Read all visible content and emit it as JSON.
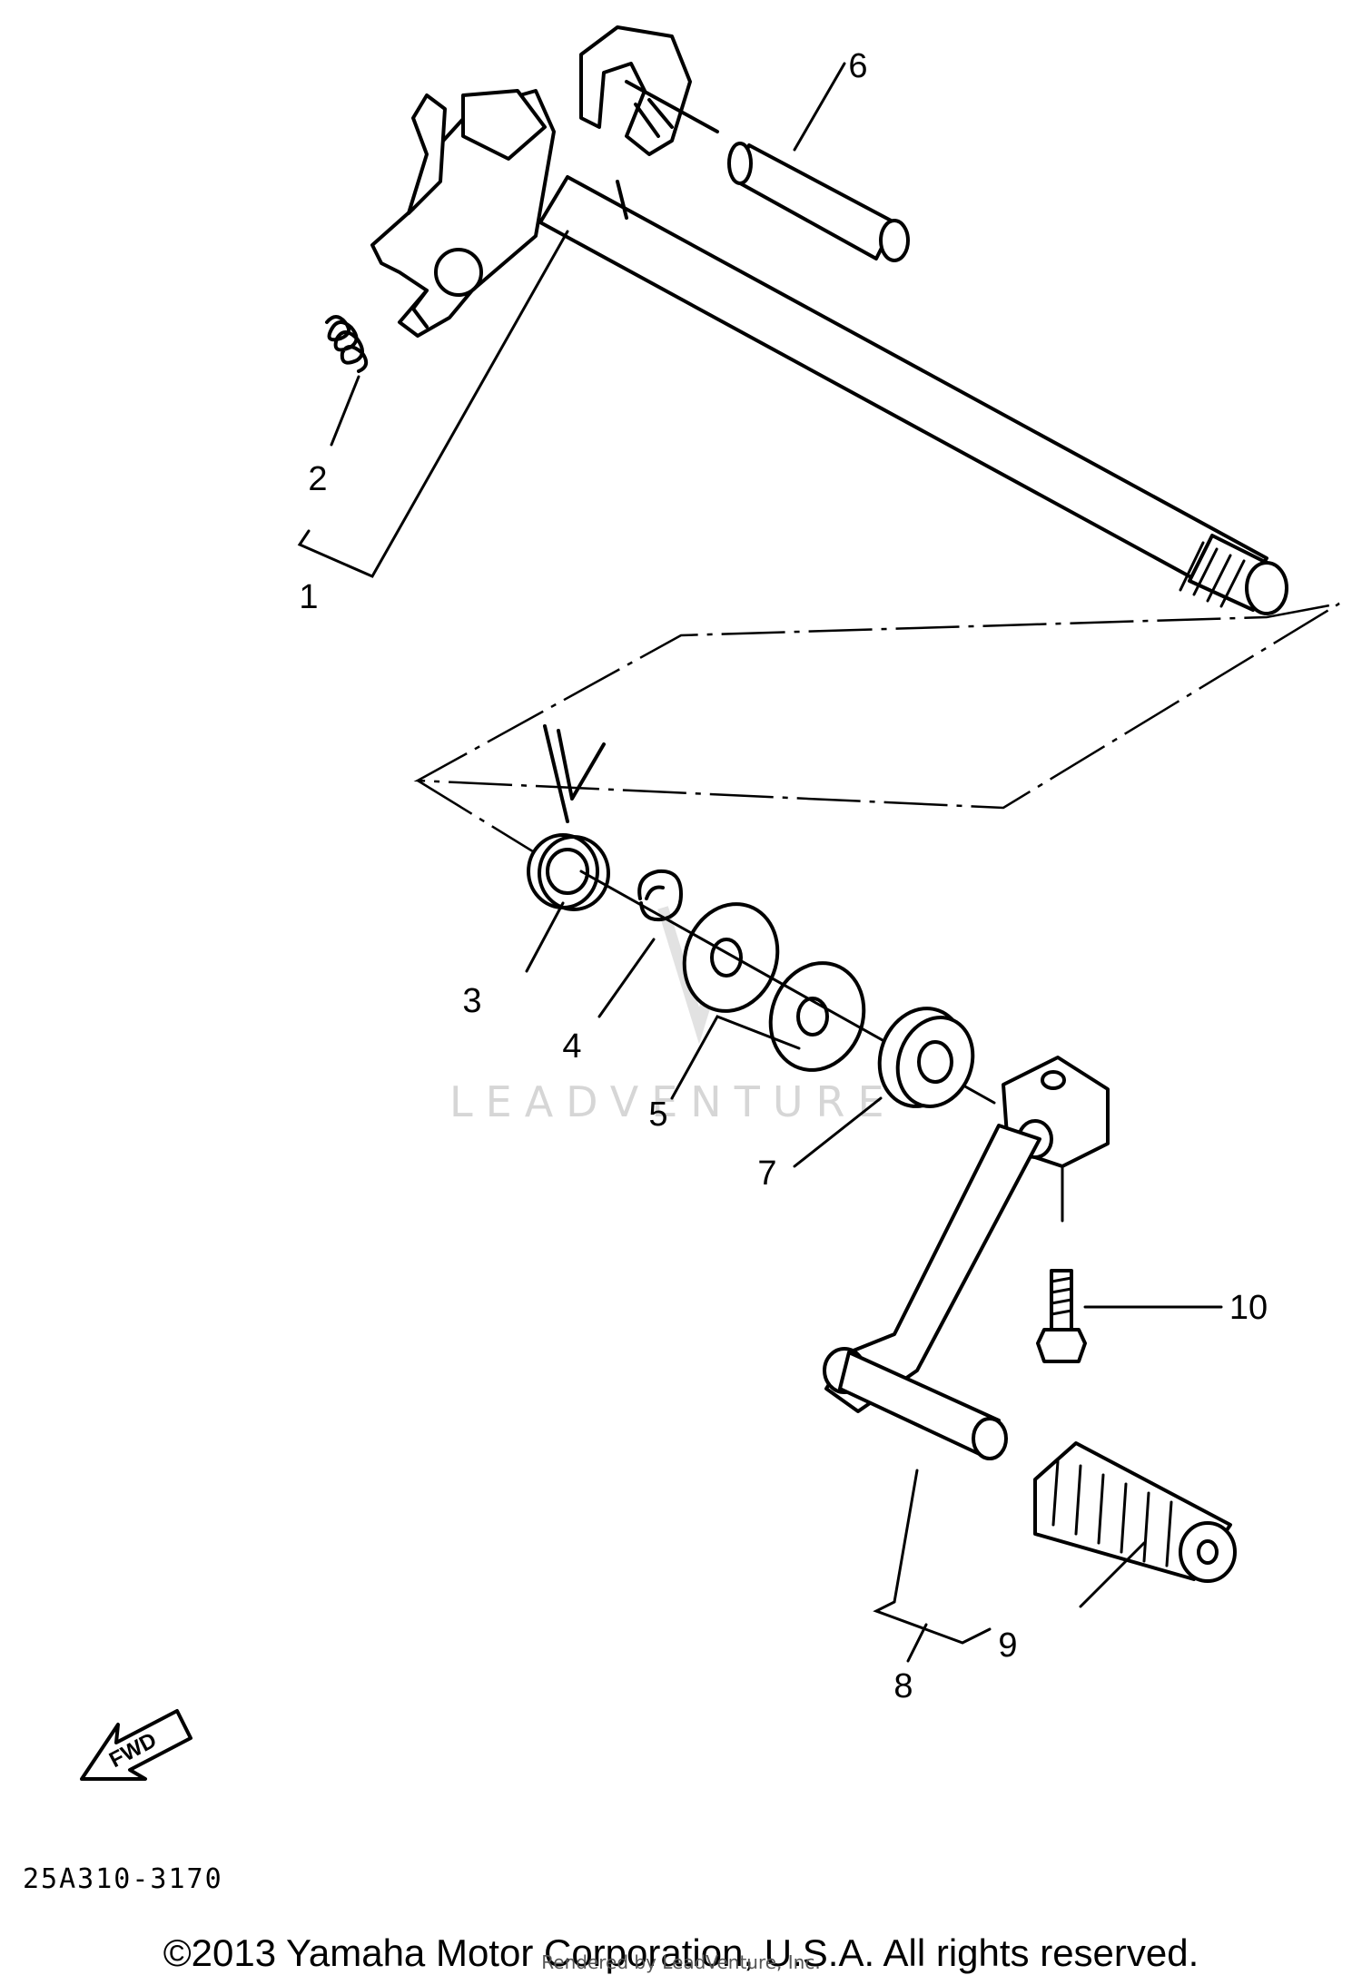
{
  "diagram": {
    "callouts": {
      "c1": "1",
      "c2": "2",
      "c3": "3",
      "c4": "4",
      "c5": "5",
      "c6": "6",
      "c7": "7",
      "c8": "8",
      "c9": "9",
      "c10": "10"
    },
    "fwd_label": "FWD",
    "drawing_code": "25A310-3170",
    "watermark": "LEADVENTURE"
  },
  "footer": {
    "copyright": "©2013 Yamaha Motor Corporation, U.S.A. All rights reserved.",
    "rendered_by": "Rendered by LeadVenture, Inc."
  }
}
